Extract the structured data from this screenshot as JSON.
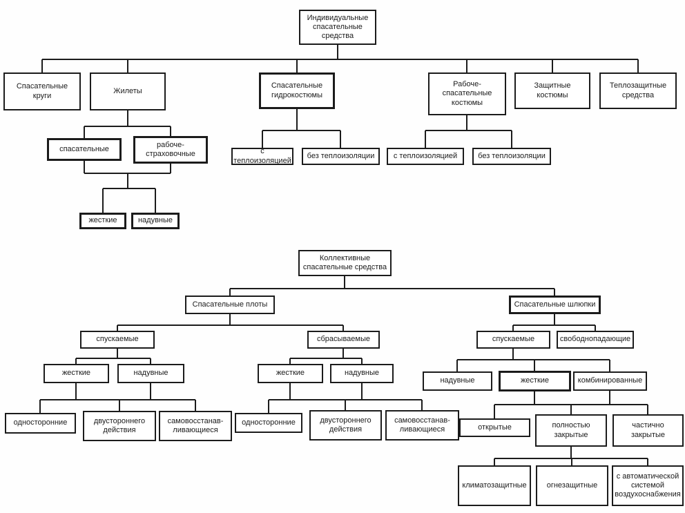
{
  "individual_diagram": {
    "root": "Индивидуальные\nспасательные\nсредства",
    "level1": {
      "circles": "Спасательные\nкруги",
      "vests": "Жилеты",
      "hydrosuits": "Спасательные\nгидрокостюмы",
      "worksuits": "Рабоче-\nспасательные\nкостюмы",
      "protective_suits": "Защитные\nкостюмы",
      "thermal_means": "Теплозащитные\nсредства"
    },
    "vest_types": {
      "rescue": "спасательные",
      "work_safety": "рабоче-\nстраховочные",
      "rigid": "жесткие",
      "inflatable": "надувные"
    },
    "insulation": {
      "with": "с теплоизоляцией",
      "without": "без теплоизоляции"
    }
  },
  "collective_diagram": {
    "root": "Коллективные\nспасательные средства",
    "rafts": "Спасательные плоты",
    "boats": "Спасательные шлюпки",
    "launch": {
      "lowered": "спускаемые",
      "dropped": "сбрасываемые",
      "freefall": "свободнопадающие"
    },
    "construction": {
      "rigid": "жесткие",
      "inflatable": "надувные",
      "combined": "комбинированные"
    },
    "raft_action": {
      "one_sided": "односторонние",
      "two_sided": "двустороннего\nдействия",
      "self_righting": "самовосстанав-\nливающиеся"
    },
    "boat_enclosure": {
      "open": "открытые",
      "fully_enclosed": "полностью\nзакрытые",
      "partially_enclosed": "частично\nзакрытые"
    },
    "enclosed_types": {
      "climate": "климатозащитные",
      "fire": "огнезащитные",
      "auto_air": "с автоматической\nсистемой\nвоздухоснабжения"
    }
  }
}
